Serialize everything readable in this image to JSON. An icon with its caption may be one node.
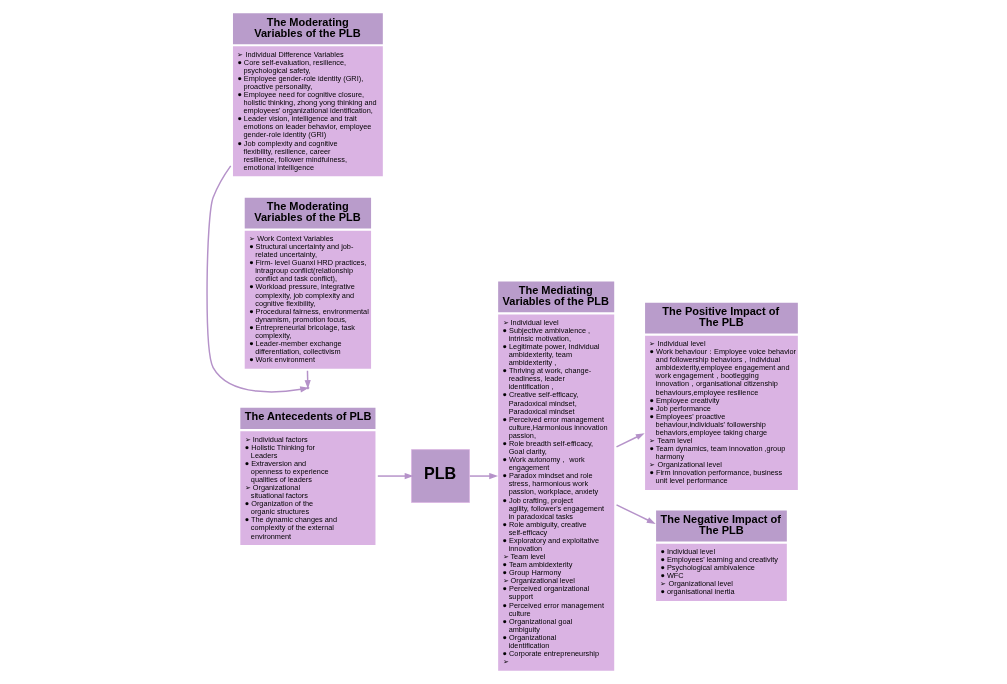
{
  "diagram": {
    "nodes": [
      {
        "text": [
          "The Antecedents of PLB",
          "➢ Individual factors",
          "● Holistic Thinking for Leaders",
          "● Extraversion and openness to experience qualities of leaders",
          "➢ Organizational situational factors",
          "● Organization of the organic structures",
          "● The dynamic changes and complexity of the external environment"
        ]
      },
      {
        "text": [
          "PLB"
        ]
      },
      {
        "text": [
          "The Moderating Variables of the PLB",
          "➢ Individual Difference Variables",
          "● Core self-evaluation, resilience, psychological safety,",
          "● Employee gender-role identity (GRI), proactive personality,",
          "● Employee need for cognitive closure, holistic thinking, zhong yong thinking and employees' organizational identification,",
          "● Leader vision, intelligence and trait emotions on leader behavior, employee gender-role identity (GRI)",
          "● Job complexity and cognitive flexibility, resilience, career resilience, follower mindfulness, emotional intelligence"
        ]
      },
      {
        "text": [
          "The Moderating Variables of the PLB",
          "➢ Work Context Variables",
          "● Structural uncertainty and job-related uncertainty,",
          "● Firm- level Guanxi HRD practices, intragroup conflict(relationship conflict and task conflict),",
          "● Workload pressure, integrative complexity, job complexity and cognitive flexibility,",
          "● Procedural fairness, environmental dynamism, promotion focus,",
          "● Entrepreneurial bricolage, task complexity,",
          "● Leader-member exchange differentiation, collectivism",
          "● Work environment"
        ]
      },
      {
        "text": [
          "The Mediating Variables of the PLB",
          "➢ Individual level",
          "● Subjective ambivalence , intrinsic motivation,",
          "● Legitimate power, Individual ambidexterity, team ambidexterity ,",
          "● Thriving at work, change-readiness, leader identification ,",
          "● Creative self-efficacy, Paradoxical mindset, Paradoxical mindset",
          "● Perceived error management culture,Harmonious innovation passion,",
          "● Role breadth self-efficacy, Goal clarity,",
          "● Work autonomy， work engagement",
          "● Paradox mindset and role stress, harmonious work passion, workplace, anxiety",
          "● Job crafting, project agility, follower's engagement in paradoxical tasks",
          "● Role ambiguity, creative self-efficacy",
          "● Exploratory and exploitative innovation",
          "➢ Team level",
          "● Team ambidexterity",
          "● Group Harmony",
          "➢ Organizational level",
          "● Perceived organizational support",
          "● Perceived error management culture",
          "● Organizational goal ambiguity",
          "● Organizational identification",
          "● Corporate entrepreneurship",
          "➢"
        ]
      },
      {
        "text": [
          "The Positive Impact of The PLB",
          "➢ Individual level",
          "● Work behaviour：Employee voice behavior and followership behaviors，Individual ambidexterity,employee engagement and work engagement，bootlegging innovation，organisational citizenship behaviours,employee resilience",
          "● Employee creativity",
          "● Job performance",
          "● Employees' proactive behaviour,individuals' followership behaviors,employee taking charge",
          "➢ Team level",
          "● Team dynamics, team innovation ,group harmony",
          "➢ Organizational level",
          "● Firm innovation performance, business unit level performance"
        ]
      },
      {
        "text": [
          "The Negative Impact of The PLB",
          "● Individual level",
          "● Employees' learning and creativity",
          "● Psychological ambivalence",
          "● WFC",
          "➢ Organizational level",
          "● organisational inertia"
        ]
      }
    ],
    "edges": [
      {
        "from": 0,
        "to": 1,
        "arrow": "to"
      },
      {
        "from": 1,
        "to": 4,
        "arrow": "to"
      },
      {
        "from": 2,
        "to": null,
        "arrow": "to"
      },
      {
        "from": 3,
        "to": null,
        "arrow": "to"
      },
      {
        "from": 4,
        "to": 5,
        "arrow": "to"
      },
      {
        "from": 4,
        "to": 6,
        "arrow": "to"
      }
    ]
  }
}
